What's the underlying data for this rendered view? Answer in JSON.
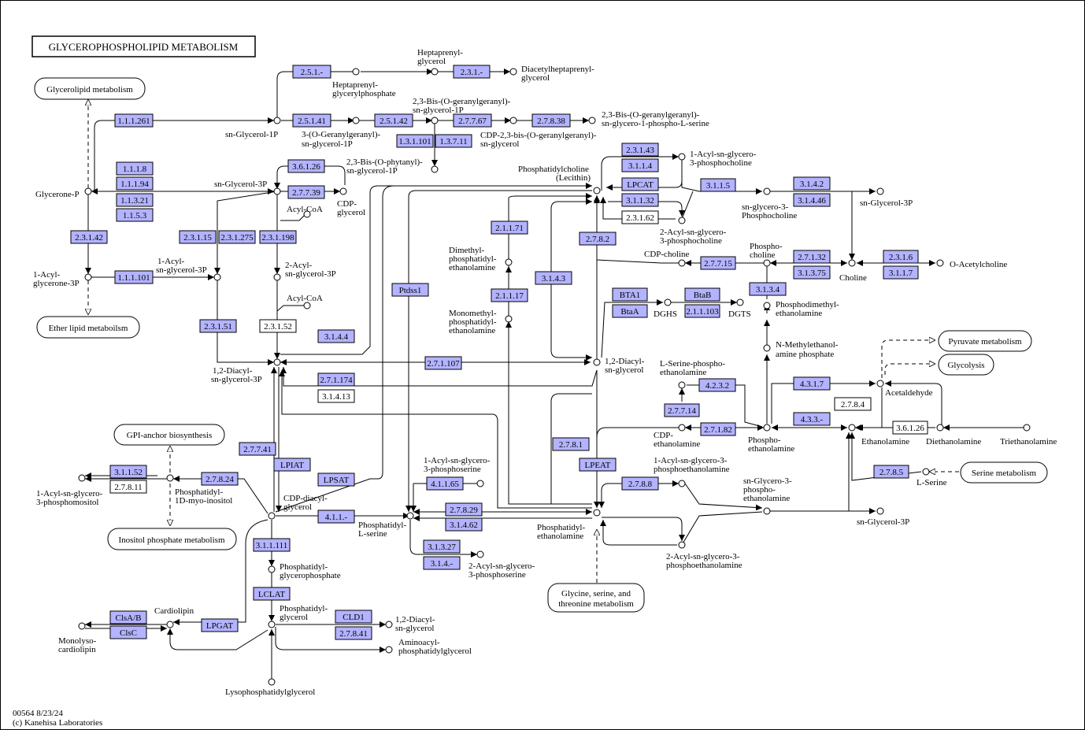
{
  "title": "GLYCEROPHOSPHOLIPID METABOLISM",
  "footer": [
    "00564 8/23/24",
    "(c) Kanehisa Laboratories"
  ],
  "maps": [
    {
      "label": "Glycerolipid metabolism"
    },
    {
      "label": "Ether lipid metaboilsm"
    },
    {
      "label": "GPI-anchor biosynthesis"
    },
    {
      "label": "Inositol phosphate metabolism"
    },
    {
      "label": "Pyruvate metabolism"
    },
    {
      "label": "Glycolysis"
    },
    {
      "label": "Serine metabolism"
    },
    {
      "label": "Glycine, serine, and"
    },
    {
      "label": "threonine metabolism"
    }
  ],
  "enzymes": [
    {
      "label": "2.5.1.-"
    },
    {
      "label": "2.3.1.-"
    },
    {
      "label": "1.1.1.261"
    },
    {
      "label": "2.5.1.41"
    },
    {
      "label": "2.5.1.42"
    },
    {
      "label": "2.7.7.67"
    },
    {
      "label": "2.7.8.38"
    },
    {
      "label": "1.3.1.101"
    },
    {
      "label": "1.3.7.11"
    },
    {
      "label": "1.1.1.8"
    },
    {
      "label": "1.1.1.94"
    },
    {
      "label": "1.1.3.21"
    },
    {
      "label": "1.1.5.3"
    },
    {
      "label": "3.6.1.26"
    },
    {
      "label": "2.7.7.39"
    },
    {
      "label": "2.3.1.42"
    },
    {
      "label": "2.3.1.15"
    },
    {
      "label": "2.3.1.275"
    },
    {
      "label": "2.3.1.198"
    },
    {
      "label": "1.1.1.101"
    },
    {
      "label": "2.3.1.51"
    },
    {
      "label": "2.3.1.52"
    },
    {
      "label": "3.1.4.4"
    },
    {
      "label": "2.3.1.43"
    },
    {
      "label": "3.1.1.4"
    },
    {
      "label": "LPCAT"
    },
    {
      "label": "3.1.1.32"
    },
    {
      "label": "2.3.1.62"
    },
    {
      "label": "3.1.1.5"
    },
    {
      "label": "3.1.4.2"
    },
    {
      "label": "3.1.4.46"
    },
    {
      "label": "2.7.8.2"
    },
    {
      "label": "2.7.7.15"
    },
    {
      "label": "2.7.1.32"
    },
    {
      "label": "3.1.3.75"
    },
    {
      "label": "2.3.1.6"
    },
    {
      "label": "3.1.1.7"
    },
    {
      "label": "2.1.1.71"
    },
    {
      "label": "3.1.4.3"
    },
    {
      "label": "Ptdss1"
    },
    {
      "label": "2.1.1.17"
    },
    {
      "label": "BTA1"
    },
    {
      "label": "BtaA"
    },
    {
      "label": "BtaB"
    },
    {
      "label": "2.1.1.103"
    },
    {
      "label": "3.1.3.4"
    },
    {
      "label": "2.7.1.107"
    },
    {
      "label": "2.7.1.174"
    },
    {
      "label": "3.1.4.13"
    },
    {
      "label": "4.2.3.2"
    },
    {
      "label": "4.3.1.7"
    },
    {
      "label": "2.7.8.4"
    },
    {
      "label": "2.7.7.14"
    },
    {
      "label": "2.7.1.82"
    },
    {
      "label": "4.3.3.-"
    },
    {
      "label": "3.6.1.26"
    },
    {
      "label": "2.7.7.41"
    },
    {
      "label": "LPIAT"
    },
    {
      "label": "3.1.1.52"
    },
    {
      "label": "2.7.8.11"
    },
    {
      "label": "2.7.8.24"
    },
    {
      "label": "LPSAT"
    },
    {
      "label": "4.1.1.65"
    },
    {
      "label": "2.7.8.29"
    },
    {
      "label": "3.1.4.62"
    },
    {
      "label": "2.7.8.1"
    },
    {
      "label": "LPEAT"
    },
    {
      "label": "2.7.8.8"
    },
    {
      "label": "4.1.1.-"
    },
    {
      "label": "2.7.8.5"
    },
    {
      "label": "3.1.1.111"
    },
    {
      "label": "3.1.3.27"
    },
    {
      "label": "3.1.4.-"
    },
    {
      "label": "LCLAT"
    },
    {
      "label": "CLD1"
    },
    {
      "label": "2.7.8.41"
    },
    {
      "label": "ClsA/B"
    },
    {
      "label": "ClsC"
    },
    {
      "label": "LPGAT"
    }
  ],
  "compounds": [
    {
      "label": "Heptaprenyl-"
    },
    {
      "label": "glycerol"
    },
    {
      "label": "Diacetylheptaprenyl-"
    },
    {
      "label": "glycerol"
    },
    {
      "label": "Heptaprenyl-"
    },
    {
      "label": "glycerylphosphate"
    },
    {
      "label": "sn-Glycerol-1P"
    },
    {
      "label": "3-(O-Geranylgeranyl)-"
    },
    {
      "label": "sn-glycerol-1P"
    },
    {
      "label": "2,3-Bis-(O-geranylgeranyl)-"
    },
    {
      "label": "sn-glycerol-1P"
    },
    {
      "label": "2,3-Bis-(O-geranylgeranyl)-"
    },
    {
      "label": "sn-glycero-1-phospho-L-serine"
    },
    {
      "label": "CDP-2,3-bis-(O-geranylgeranyl)-"
    },
    {
      "label": "sn-glycerol"
    },
    {
      "label": "2,3-Bis-(O-phytanyl)-"
    },
    {
      "label": "sn-glycerol-1P"
    },
    {
      "label": "Glycerone-P"
    },
    {
      "label": "sn-Glycerol-3P"
    },
    {
      "label": "CDP-"
    },
    {
      "label": "glycerol"
    },
    {
      "label": "Acyl-CoA"
    },
    {
      "label": "1-Acyl-"
    },
    {
      "label": "glycerone-3P"
    },
    {
      "label": "1-Acyl-"
    },
    {
      "label": "sn-glycerol-3P"
    },
    {
      "label": "2-Acyl-"
    },
    {
      "label": "sn-glycerol-3P"
    },
    {
      "label": "Acyl-CoA"
    },
    {
      "label": "1,2-Diacyl-"
    },
    {
      "label": "sn-glycerol-3P"
    },
    {
      "label": "Phosphatidylcholine"
    },
    {
      "label": "(Lecithin)"
    },
    {
      "label": "1-Acyl-sn-glycero-"
    },
    {
      "label": "3-phosphocholine"
    },
    {
      "label": "2-Acyl-sn-glycero-"
    },
    {
      "label": "3-phosphocholine"
    },
    {
      "label": "sn-glycero-3-"
    },
    {
      "label": "Phosphocholine"
    },
    {
      "label": "sn-Glycerol-3P"
    },
    {
      "label": "CDP-choline"
    },
    {
      "label": "Phospho-"
    },
    {
      "label": "choline"
    },
    {
      "label": "Choline"
    },
    {
      "label": "O-Acetylcholine"
    },
    {
      "label": "Dimethyl-"
    },
    {
      "label": "phosphatidyl-"
    },
    {
      "label": "ethanolamine"
    },
    {
      "label": "Monomethyl-"
    },
    {
      "label": "phosphatidyl-"
    },
    {
      "label": "ethanolamine"
    },
    {
      "label": "DGHS"
    },
    {
      "label": "DGTS"
    },
    {
      "label": "Phosphodimethyl-"
    },
    {
      "label": "ethanolamine"
    },
    {
      "label": "N-Methylethanol-"
    },
    {
      "label": "amine phosphate"
    },
    {
      "label": "1,2-Diacyl-"
    },
    {
      "label": "sn-glycerol"
    },
    {
      "label": "L-Serine-phospho-"
    },
    {
      "label": "ethanolamine"
    },
    {
      "label": "Acetaldehyde"
    },
    {
      "label": "CDP-"
    },
    {
      "label": "ethanolamine"
    },
    {
      "label": "Phospho-"
    },
    {
      "label": "ethanolamine"
    },
    {
      "label": "Ethanolamine"
    },
    {
      "label": "Diethanolamine"
    },
    {
      "label": "Triethanolamine"
    },
    {
      "label": "L-Serine"
    },
    {
      "label": "1-Acyl-sn-glycero-"
    },
    {
      "label": "3-phosphomositol"
    },
    {
      "label": "Phosphatidyl-"
    },
    {
      "label": "1D-myo-inositol"
    },
    {
      "label": "CDP-diacyl-"
    },
    {
      "label": "glycerol"
    },
    {
      "label": "1-Acyl-sn-glycero-"
    },
    {
      "label": "3-phosphoserine"
    },
    {
      "label": "Phosphatidyl-"
    },
    {
      "label": "L-serine"
    },
    {
      "label": "2-Acyl-sn-glycero-"
    },
    {
      "label": "3-phosphoserine"
    },
    {
      "label": "1-Acyl-sn-glycero-3-"
    },
    {
      "label": "phosphoethanolamine"
    },
    {
      "label": "sn-Glycero-3-"
    },
    {
      "label": "phospho-"
    },
    {
      "label": "ethanolamine"
    },
    {
      "label": "sn-Glycerol-3P"
    },
    {
      "label": "Phosphatidyl-"
    },
    {
      "label": "ethanolamine"
    },
    {
      "label": "2-Acyl-sn-glycero-3-"
    },
    {
      "label": "phosphoethanolamine"
    },
    {
      "label": "Phosphatidyl-"
    },
    {
      "label": "glycerophosphate"
    },
    {
      "label": "Cardiolipin"
    },
    {
      "label": "Monolyso-"
    },
    {
      "label": "cardiolipin"
    },
    {
      "label": "Phosphatidyl-"
    },
    {
      "label": "glycerol"
    },
    {
      "label": "1,2-Diacyl-"
    },
    {
      "label": "sn-glycerol"
    },
    {
      "label": "Aminoacyl-"
    },
    {
      "label": "phosphatidylglycerol"
    },
    {
      "label": "Lysophosphatidylglycerol"
    }
  ]
}
